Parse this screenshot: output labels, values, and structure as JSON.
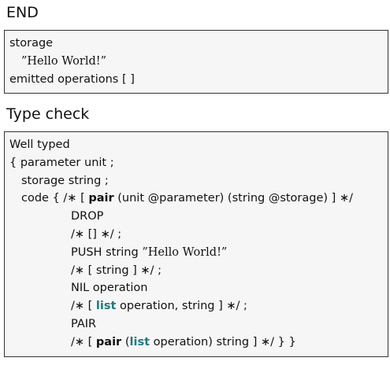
{
  "end_section": {
    "heading": "END",
    "storage_label": "storage",
    "storage_value": "”Hello World!”",
    "emitted_label": "emitted operations",
    "emitted_value": "[ ]"
  },
  "typecheck_section": {
    "heading": "Type check",
    "status": "Well typed",
    "lines": {
      "l1_open": "{",
      "l1_param_kw": "parameter",
      "l1_param_type": "unit ;",
      "l2_storage_kw": "storage",
      "l2_storage_type": "string ;",
      "l3_code_kw": "code",
      "l3_open": "{",
      "l3_comment_open": "/∗ [",
      "l3_pair": "pair",
      "l3_rest": "(unit @parameter) (string @storage)",
      "l3_comment_close": "] ∗/",
      "l4_instr": "DROP",
      "l5_comment": "/∗ [] ∗/ ;",
      "l6_instr": "PUSH string",
      "l6_value": "”Hello World!”",
      "l7_comment_open": "/∗ [",
      "l7_type": "string",
      "l7_comment_close": "] ∗/ ;",
      "l8_instr": "NIL operation",
      "l9_comment_open": "/∗ [",
      "l9_list": "list",
      "l9_rest": "operation, string",
      "l9_comment_close": "] ∗/ ;",
      "l10_instr": "PAIR",
      "l11_comment_open": "/∗ [",
      "l11_pair": "pair",
      "l11_paren_open": "(",
      "l11_list": "list",
      "l11_rest": "operation) string",
      "l11_comment_close": "] ∗/ } }"
    }
  }
}
